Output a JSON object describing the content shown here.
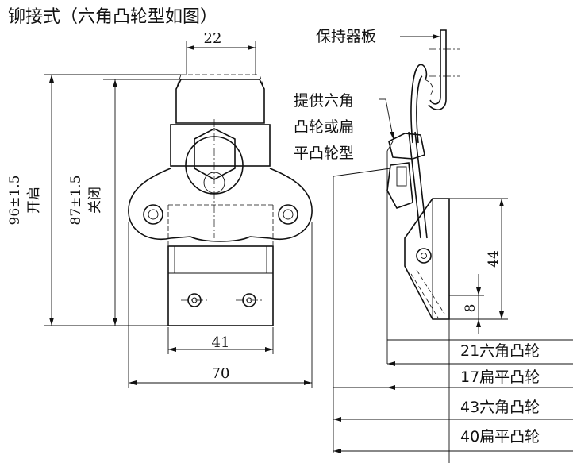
{
  "title": "铆接式（六角凸轮型如图）",
  "dimensions": {
    "top_width": "22",
    "hole_spacing": "41",
    "base_width": "70",
    "open_length": "96±1.5",
    "open_state": "开启",
    "closed_length": "87±1.5",
    "closed_state": "关闭",
    "side_height": "44",
    "side_offset": "8"
  },
  "callouts": {
    "holder_plate": "保持器板",
    "cam_note_line1": "提供六角",
    "cam_note_line2": "凸轮或扁",
    "cam_note_line3": "平凸轮型"
  },
  "cam_table": [
    "21六角凸轮",
    "17扁平凸轮",
    "43六角凸轮",
    "40扁平凸轮"
  ]
}
